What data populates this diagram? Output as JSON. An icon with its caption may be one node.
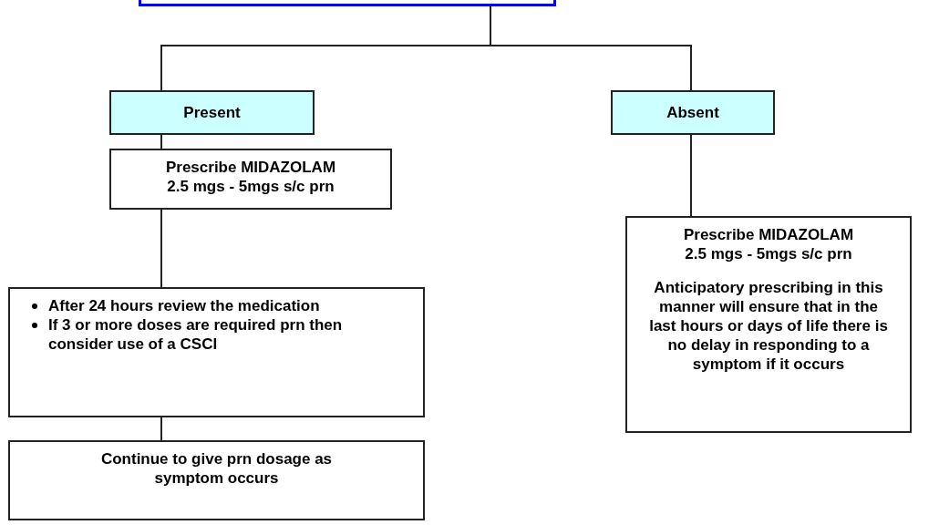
{
  "diagram": {
    "nodes": [
      {
        "text": [],
        "shape": "box"
      },
      {
        "text": [
          "Present"
        ]
      },
      {
        "text": [
          "Absent"
        ]
      },
      {
        "text": [
          "Prescribe MIDAZOLAM 2.5 mgs - 5mgs s/c prn"
        ]
      },
      {
        "text": [
          "After 24 hours review the medication",
          "If 3 or more doses are required prn then consider use of a CSCI"
        ]
      },
      {
        "text": [
          "Continue to give prn dosage as symptom occurs"
        ]
      },
      {
        "text": [
          "Prescribe MIDAZOLAM 2.5 mgs - 5mgs s/c prn",
          "Anticipatory prescribing in this manner will ensure that in the last hours or days of life there is no delay in responding to a symptom if it occurs"
        ]
      }
    ],
    "edges": [
      {
        "from": 0,
        "to": 1,
        "arrow": "none"
      },
      {
        "from": 0,
        "to": 2,
        "arrow": "none"
      },
      {
        "from": 1,
        "to": 3,
        "arrow": "none"
      },
      {
        "from": 3,
        "to": 4,
        "arrow": "none"
      },
      {
        "from": 4,
        "to": 5,
        "arrow": "none"
      },
      {
        "from": 2,
        "to": 6,
        "arrow": "none"
      }
    ]
  }
}
